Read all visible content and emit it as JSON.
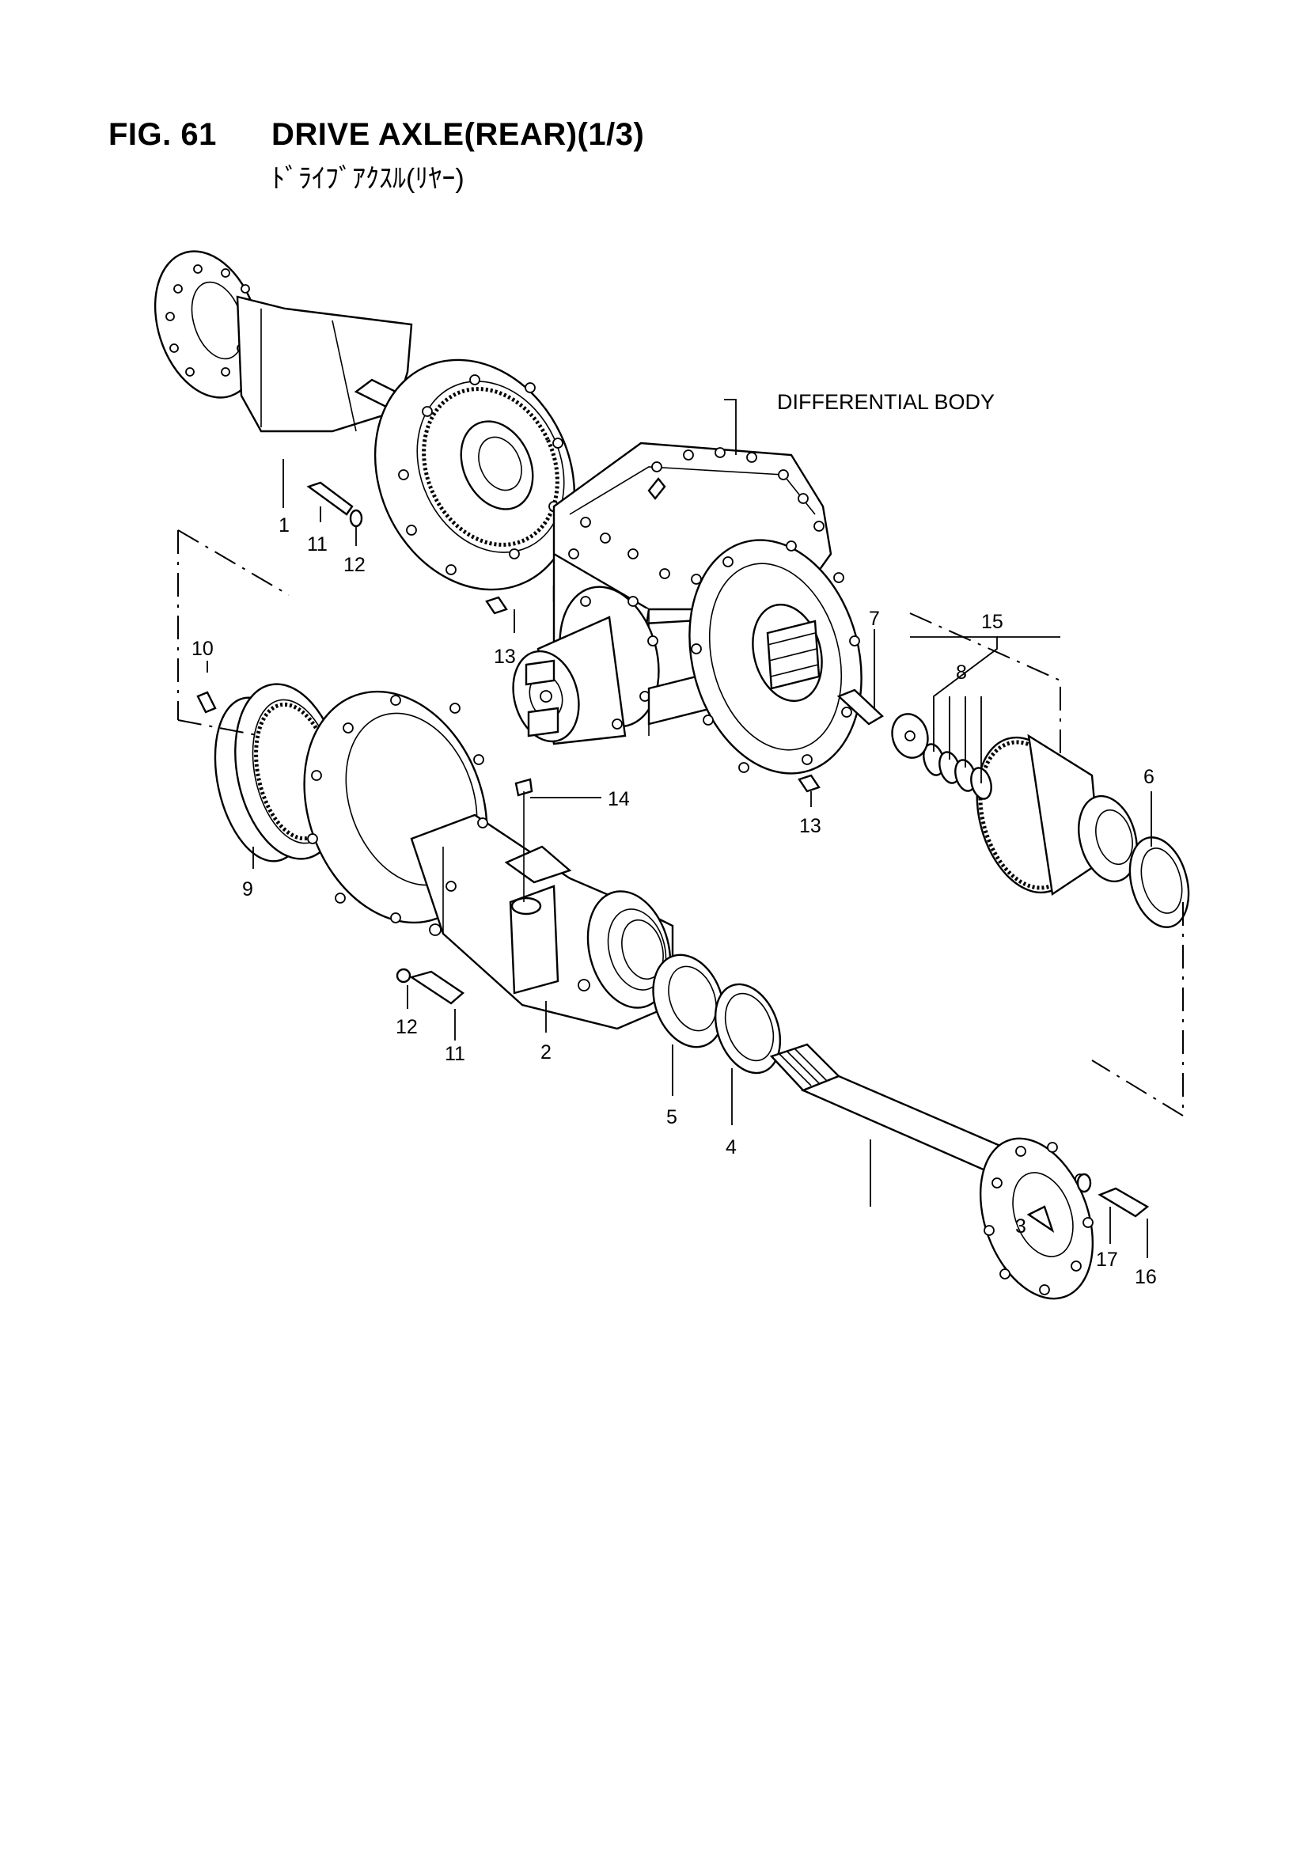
{
  "figure": {
    "number": "FIG. 61",
    "title": "DRIVE AXLE(REAR)(1/3)",
    "subtitle": "ﾄﾞﾗｲﾌﾞｱｸｽﾙ(ﾘﾔｰ)"
  },
  "annotations": {
    "differential_body": "DIFFERENTIAL BODY"
  },
  "callouts": {
    "c1": "1",
    "c2": "2",
    "c3": "3",
    "c4": "4",
    "c5": "5",
    "c6": "6",
    "c7": "7",
    "c8": "8",
    "c9": "9",
    "c10": "10",
    "c11a": "11",
    "c11b": "11",
    "c12a": "12",
    "c12b": "12",
    "c13a": "13",
    "c13b": "13",
    "c14": "14",
    "c15": "15",
    "c16": "16",
    "c17": "17"
  }
}
